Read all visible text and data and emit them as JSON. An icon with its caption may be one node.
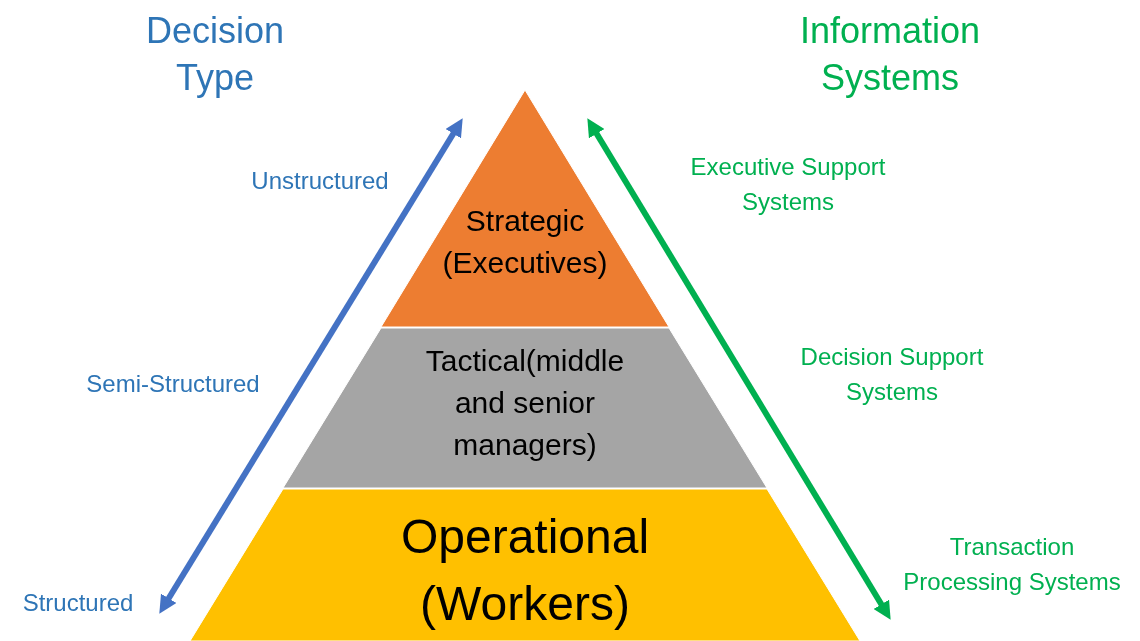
{
  "diagram": {
    "nodes": [
      {
        "text": [
          "Strategic (Executives)"
        ]
      },
      {
        "text": [
          "Tactical(middle and senior managers)"
        ]
      },
      {
        "text": [
          "Operational (Workers)"
        ]
      }
    ],
    "labels": [
      "Decision Type",
      "Information Systems",
      "Executive Support Systems",
      "Unstructured",
      "Decision Support Systems",
      "Semi-Structured",
      "Transaction Processing Systems",
      "Structured"
    ]
  }
}
